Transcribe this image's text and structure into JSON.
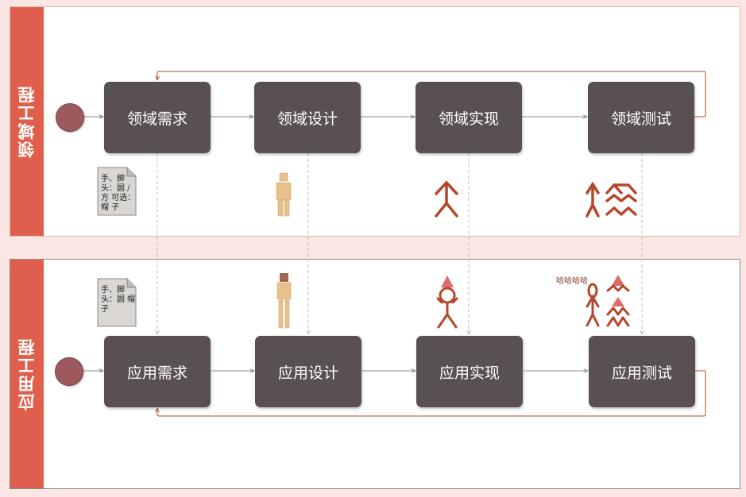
{
  "lanes": {
    "domain": {
      "title": "领域工程"
    },
    "application": {
      "title": "应用工程"
    }
  },
  "domain_steps": [
    "领域需求",
    "领域设计",
    "领域实现",
    "领域测试"
  ],
  "application_steps": [
    "应用需求",
    "应用设计",
    "应用实现",
    "应用测试"
  ],
  "notes": {
    "domain_note": "手、脚 头：圆 / 方 可选：帽 子",
    "application_note": "手、脚 头：圆 帽子"
  },
  "annotation_haha": "哈哈哈哈",
  "colors": {
    "lane_header": "#e05f4c",
    "step_box": "#595151",
    "figure": "#b5472a",
    "hat": "#e06b6b",
    "block_figure": "#e8c089",
    "start_node": "#9c5a5e"
  }
}
